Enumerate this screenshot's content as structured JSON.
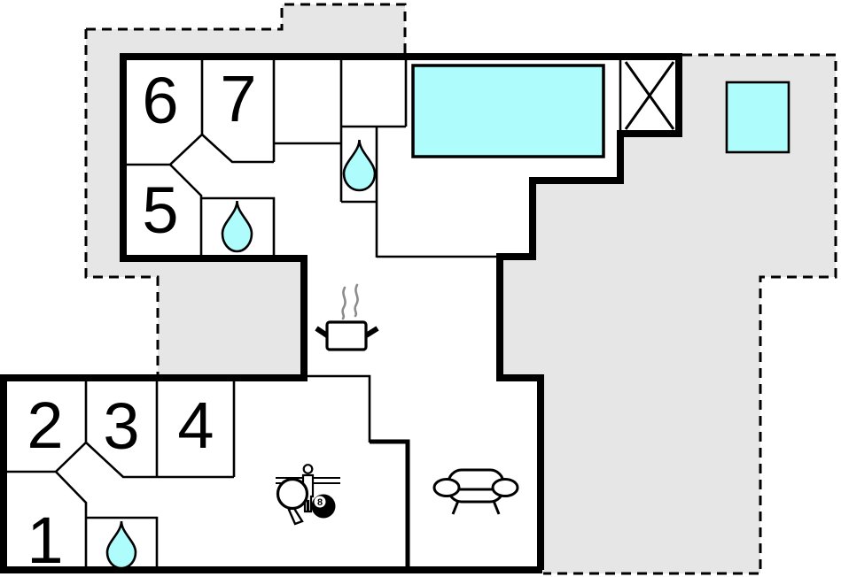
{
  "floor_plan": {
    "rooms": [
      {
        "label": "1"
      },
      {
        "label": "2"
      },
      {
        "label": "3"
      },
      {
        "label": "4"
      },
      {
        "label": "5"
      },
      {
        "label": "6"
      },
      {
        "label": "7"
      }
    ],
    "eight_ball_label": "8",
    "icons": {
      "bathroom": "water-drop",
      "kitchen": "steaming-pot",
      "games": "table-tennis-paddle, foosball-player, eight-ball",
      "lounge": "sofa",
      "crossed_square": "x-marker",
      "pool": "swimming-pool",
      "hot_tub": "small-water-square",
      "terrace": "dashed-gray-area"
    },
    "colors": {
      "water": "#aefcfc",
      "terrace": "#e6e6e6",
      "wall": "#000000",
      "steam": "#8c8c8c"
    }
  }
}
